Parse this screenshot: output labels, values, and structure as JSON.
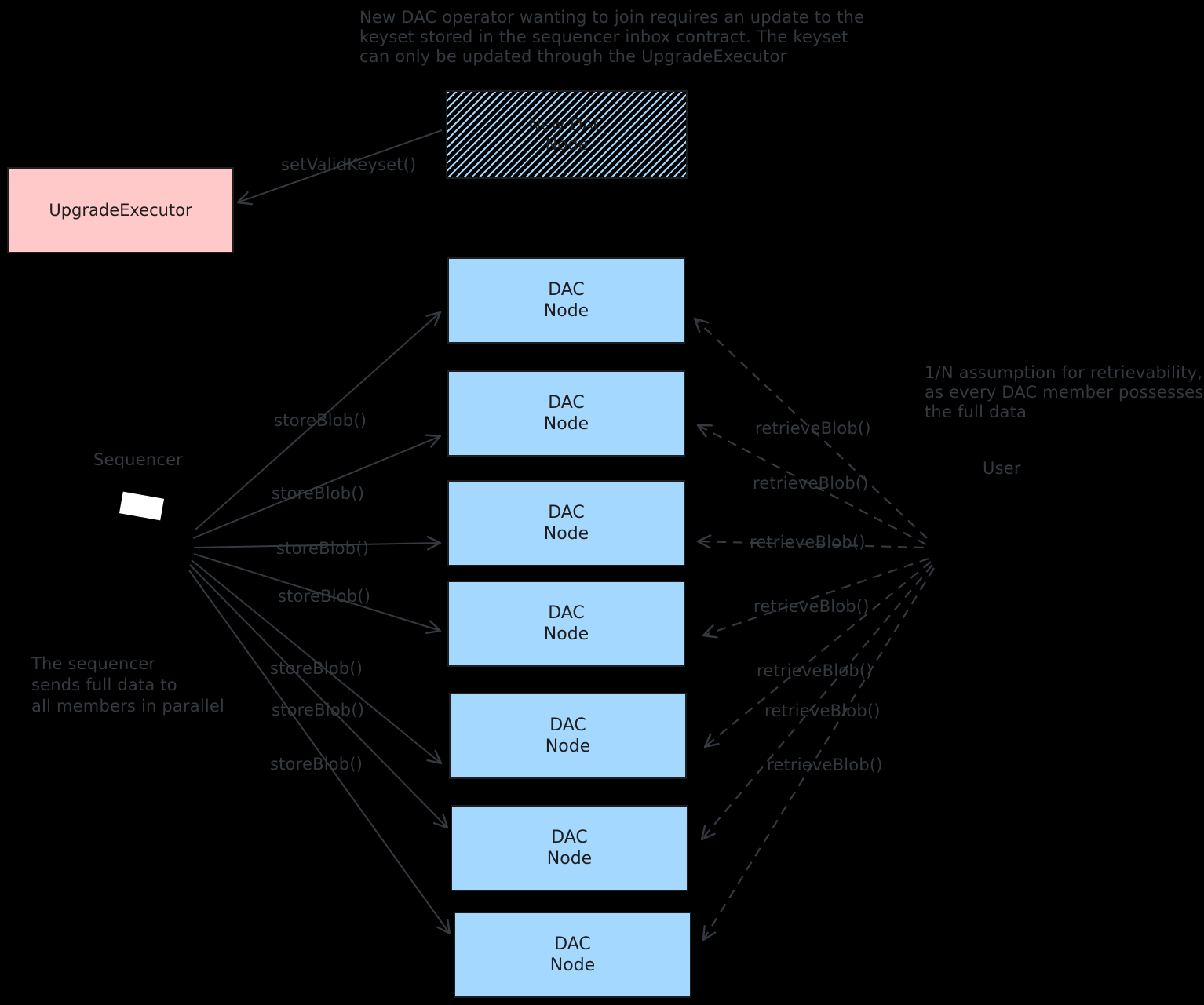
{
  "colors": {
    "background": "#000000",
    "dac_node_fill": "#a5d8ff",
    "hatch_blue": "#a5d8ff",
    "upgrade_executor_fill": "#ffc9c9",
    "box_stroke": "#1e1e1e",
    "box_text": "#1e1e1e",
    "annotation_gray": "#343a40",
    "sequencer_screen": "#ffffff"
  },
  "top_note": {
    "line1": "New DAC operator wanting to join requires an update to the",
    "line2": "keyset stored in the sequencer inbox contract. The keyset",
    "line3": "can only be updated through the UpgradeExecutor"
  },
  "new_dac_node_box": {
    "line1": "New DAC",
    "line2": "Node"
  },
  "upgrade_executor": {
    "label": "UpgradeExecutor"
  },
  "sequencer": {
    "label": "Sequencer"
  },
  "user": {
    "label": "User"
  },
  "left_note": {
    "line1": "The sequencer",
    "line2": "sends full data to",
    "line3": "all members in parallel"
  },
  "right_note": {
    "line1": "1/N assumption for retrievability,",
    "line2": "as every DAC member possesses",
    "line3": "the full data"
  },
  "dac_node": {
    "line1": "DAC",
    "line2": "Node"
  },
  "labels": {
    "store_blob": "storeBlob()",
    "retrieve_blob": "retrieveBlob()",
    "set_valid_keyset": "setValidKeyset()"
  },
  "counts": {
    "dac_nodes": 7,
    "store_blob_arrows": 7,
    "retrieve_blob_arrows": 7
  }
}
